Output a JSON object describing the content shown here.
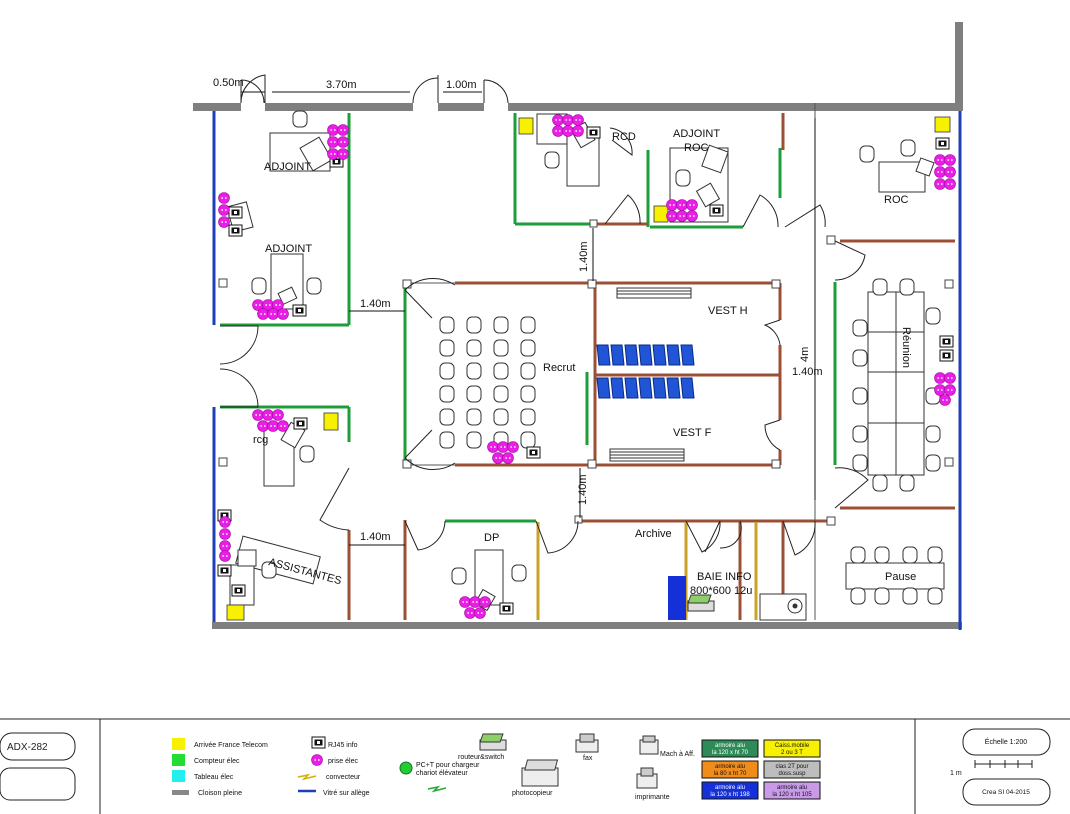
{
  "colors": {
    "wall_grey": "#7f7f7f",
    "glass_blue": "#1f3fb8",
    "green_partition": "#1e9e3a",
    "brown_partition": "#9b4f35",
    "yellow_partition": "#c9a227",
    "socket_magenta": "#ea1ee6",
    "france_telecom_yellow": "#f7f000",
    "server_blue": "#1530d8"
  },
  "dimensions": {
    "d050": "0.50m",
    "d370": "3.70m",
    "d100": "1.00m",
    "d140_left_top": "1.40m",
    "d140_left_bottom": "1.40m",
    "d140_center_top": "1.40m",
    "d140_center_bottom": "1.40m",
    "d4m": "4m",
    "d140_right": "1.40m"
  },
  "rooms": {
    "adjoint_top": "ADJOINT",
    "adjoint_bottom": "ADJOINT",
    "rcd": "RCD",
    "adjoint_roc_1": "ADJOINT",
    "adjoint_roc_2": "ROC",
    "roc": "ROC",
    "recrut": "Recrut",
    "vest_h": "VEST H",
    "vest_f": "VEST F",
    "reunion": "Réunion",
    "rcg": "rcg",
    "assistantes": "ASSISTANTES",
    "dp": "DP",
    "archive": "Archive",
    "baie_info_1": "BAIE INFO",
    "baie_info_2": "800*600 12u",
    "pause": "Pause"
  },
  "title_block": {
    "code": "ADX-282"
  },
  "legend": {
    "arrivee_ft": "Arrivée France Telecom",
    "compteur": "Compteur élec",
    "tableau": "Tableau élec",
    "cloison": "Cloison pleine",
    "rj45": "RJ45 info",
    "prise": "prise élec",
    "convecteur": "convecteur",
    "vitre": "Vitré sur allège",
    "pct_1": "PC+T pour chargeur",
    "pct_2": "chariot élévateur",
    "routeur": "routeur&switch",
    "photocopieur": "photocopieur",
    "fax": "fax",
    "mach": "Mach à Aff.",
    "imprimante": "imprimante",
    "box_green_1": "armoire alu",
    "box_green_2": "la 120 x ht 70",
    "box_orange_1": "armoire alu",
    "box_orange_2": "la 80 x ht 70",
    "box_blue_1": "armoire alu",
    "box_blue_2": "la 120 x ht 198",
    "box_yellow_1": "Caiss.mobile",
    "box_yellow_2": "2 ou 3 T",
    "box_grey_1": "clas 2T pour",
    "box_grey_2": "doss.susp",
    "box_violet_1": "armoire alu",
    "box_violet_2": "la 120 x ht 105"
  },
  "scale_block": {
    "echelle": "Échelle 1:200",
    "one_m": "1 m",
    "crea": "Crea SI 04-2015"
  }
}
